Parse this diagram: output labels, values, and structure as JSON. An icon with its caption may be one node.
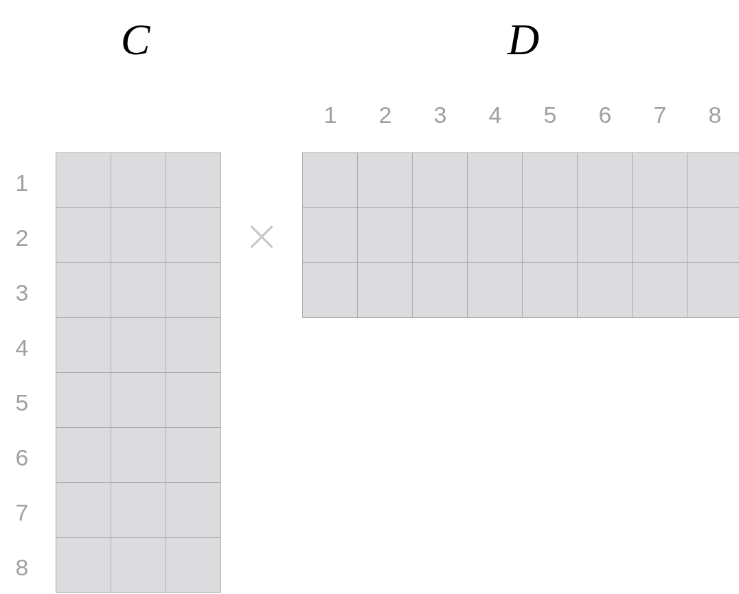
{
  "diagram": {
    "labels": [
      "C",
      "D",
      "1",
      "2",
      "3",
      "4",
      "5",
      "6",
      "7",
      "8",
      "1",
      "2",
      "3",
      "4",
      "5",
      "6",
      "7",
      "8",
      "×"
    ]
  }
}
